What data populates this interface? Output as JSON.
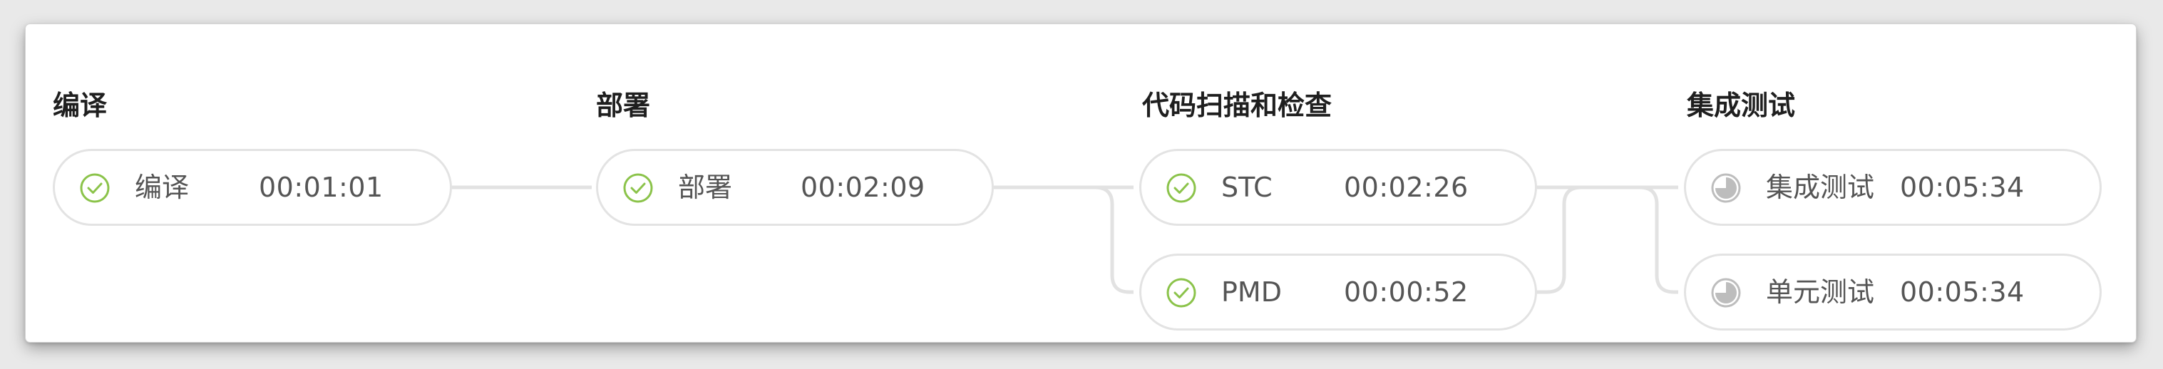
{
  "stages": [
    {
      "title": "编译",
      "jobs": [
        {
          "name": "编译",
          "time": "00:01:01",
          "status": "success"
        }
      ]
    },
    {
      "title": "部署",
      "jobs": [
        {
          "name": "部署",
          "time": "00:02:09",
          "status": "success"
        }
      ]
    },
    {
      "title": "代码扫描和检查",
      "jobs": [
        {
          "name": "STC",
          "time": "00:02:26",
          "status": "success"
        },
        {
          "name": "PMD",
          "time": "00:00:52",
          "status": "success"
        }
      ]
    },
    {
      "title": "集成测试",
      "jobs": [
        {
          "name": "集成测试",
          "time": "00:05:34",
          "status": "running"
        },
        {
          "name": "单元测试",
          "time": "00:05:34",
          "status": "running"
        }
      ]
    }
  ],
  "colors": {
    "success": "#8bc34a",
    "running": "#bdbdbd",
    "connector": "#e2e2e2",
    "border": "#e3e3e3"
  },
  "icons": {
    "success": "check-circle-icon",
    "running": "clock-pending-icon"
  }
}
